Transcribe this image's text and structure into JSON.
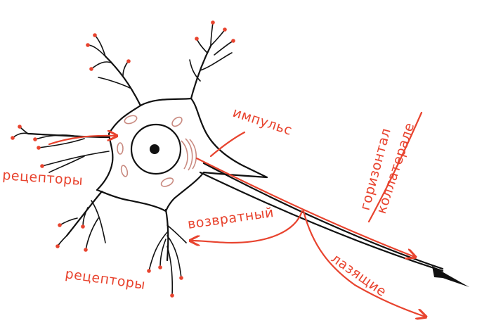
{
  "labels": {
    "receptors_left": "рецепторы",
    "receptors_bottom": "рецепторы",
    "impulse": "импульс",
    "recurrent": "возвратный",
    "climbing": "лазящие",
    "horizontal": "горизонтал",
    "collaterals": "коллатерале"
  },
  "colors": {
    "ink": "#111111",
    "annotation": "#e8432e",
    "organelle": "#c98a80"
  }
}
